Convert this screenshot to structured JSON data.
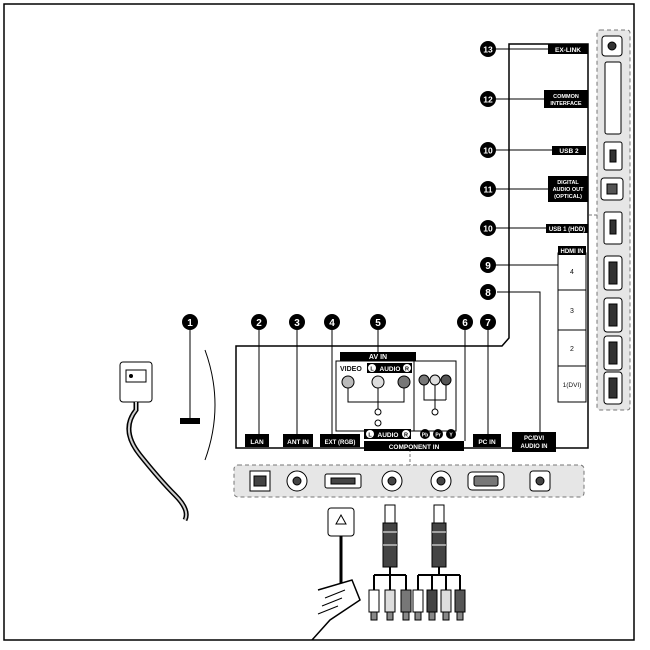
{
  "badges": {
    "b1": "1",
    "b2": "2",
    "b3": "3",
    "b4": "4",
    "b5": "5",
    "b6": "6",
    "b7": "7",
    "b8": "8",
    "b9": "9",
    "b10a": "10",
    "b11": "11",
    "b10b": "10",
    "b12": "12",
    "b13": "13"
  },
  "labels": {
    "lan": "LAN",
    "ant_in": "ANT IN",
    "ext_rgb": "EXT (RGB)",
    "av_in": "AV IN",
    "video": "VIDEO",
    "audio_l": "L",
    "audio_r": "R",
    "audio_word": "AUDIO",
    "audio_l2": "L",
    "audio_r2": "R",
    "pb": "Pb",
    "pr": "Pr",
    "y": "Y",
    "component_in": "COMPONENT IN",
    "pc_in": "PC IN",
    "pc_dvi_line1": "PC/DVI",
    "pc_dvi_line2": "AUDIO IN",
    "ex_link": "EX-LINK",
    "common_line1": "COMMON",
    "common_line2": "INTERFACE",
    "usb2": "USB 2",
    "digital_line1": "DIGITAL",
    "digital_line2": "AUDIO OUT",
    "digital_line3": "(OPTICAL)",
    "usb1": "USB 1 (HDD)",
    "hdmi_in": "HDMI IN",
    "hdmi4": "4",
    "hdmi3": "3",
    "hdmi2": "2",
    "hdmi1": "1(DVI)"
  }
}
